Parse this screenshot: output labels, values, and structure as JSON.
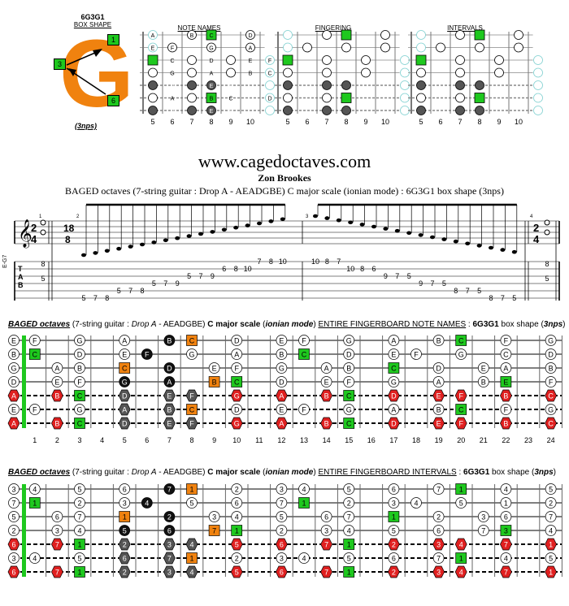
{
  "box": {
    "name": "6G3G1",
    "shape_label": "BOX SHAPE",
    "big_letter": "G",
    "nps": "(3nps)",
    "markers": [
      "1",
      "3",
      "6"
    ],
    "accent": "#f0820f"
  },
  "mini": {
    "note_names_title": "NOTE NAMES",
    "fingering_title": "FINGERING",
    "intervals_title": "INTERVALS",
    "fret_numbers": [
      "5",
      "6",
      "7",
      "8",
      "9",
      "10"
    ],
    "note_rows": [
      [
        "A",
        "",
        "B",
        "C",
        "",
        "D"
      ],
      [
        "E",
        "F",
        "",
        "G",
        "",
        "A"
      ],
      [
        "",
        "C",
        "",
        "D",
        "",
        "E",
        "F"
      ],
      [
        "",
        "G",
        "",
        "A",
        "",
        "B",
        "C"
      ],
      [
        "",
        "D",
        "",
        "E",
        "F",
        "",
        "G"
      ],
      [
        "",
        "A",
        "",
        "B",
        "C",
        "",
        "D"
      ],
      [
        "",
        "D",
        "",
        "E",
        "F",
        "",
        "G"
      ]
    ]
  },
  "site": "www.cagedoctaves.com",
  "author": "Zon Brookes",
  "subtitle": "BAGED octaves (7-string guitar : Drop A - AEADGBE) C major scale (ionian mode) : 6G3G1 box shape (3nps)",
  "staff": {
    "time_top": "2",
    "time_bottom": "4",
    "mid_time_top": "18",
    "mid_time_bottom": "8",
    "chord_label": "E-G7",
    "tab_label": [
      "T",
      "A",
      "B"
    ],
    "bar_numbers": [
      "1",
      "2",
      "3",
      "4"
    ],
    "tab_first": [
      "8",
      "5",
      "8"
    ],
    "tab_last": [
      "8",
      "5",
      "8"
    ],
    "tab_asc": [
      {
        "n": "5",
        "s": 5
      },
      {
        "n": "7",
        "s": 5
      },
      {
        "n": "8",
        "s": 5
      },
      {
        "n": "5",
        "s": 4
      },
      {
        "n": "7",
        "s": 4
      },
      {
        "n": "8",
        "s": 4
      },
      {
        "n": "5",
        "s": 3
      },
      {
        "n": "7",
        "s": 3
      },
      {
        "n": "9",
        "s": 3
      },
      {
        "n": "5",
        "s": 2
      },
      {
        "n": "7",
        "s": 2
      },
      {
        "n": "9",
        "s": 2
      },
      {
        "n": "6",
        "s": 1
      },
      {
        "n": "8",
        "s": 1
      },
      {
        "n": "10",
        "s": 1
      },
      {
        "n": "7",
        "s": 0
      },
      {
        "n": "8",
        "s": 0
      },
      {
        "n": "10",
        "s": 0
      }
    ],
    "tab_asc_low": [
      {
        "n": "5",
        "s": 6
      },
      {
        "n": "7",
        "s": 6
      },
      {
        "n": "8",
        "s": 6
      }
    ],
    "tab_desc": [
      {
        "n": "10",
        "s": 0
      },
      {
        "n": "8",
        "s": 0
      },
      {
        "n": "7",
        "s": 0
      },
      {
        "n": "10",
        "s": 1
      },
      {
        "n": "8",
        "s": 1
      },
      {
        "n": "6",
        "s": 1
      },
      {
        "n": "9",
        "s": 2
      },
      {
        "n": "7",
        "s": 2
      },
      {
        "n": "5",
        "s": 2
      },
      {
        "n": "9",
        "s": 3
      },
      {
        "n": "7",
        "s": 3
      },
      {
        "n": "5",
        "s": 3
      },
      {
        "n": "8",
        "s": 4
      },
      {
        "n": "7",
        "s": 4
      },
      {
        "n": "5",
        "s": 4
      },
      {
        "n": "8",
        "s": 5
      },
      {
        "n": "7",
        "s": 5
      },
      {
        "n": "5",
        "s": 5
      }
    ],
    "tab_desc_low": [
      {
        "n": "8",
        "s": 6
      },
      {
        "n": "7",
        "s": 6
      },
      {
        "n": "5",
        "s": 6
      }
    ]
  },
  "notes_board": {
    "title_parts": [
      "BAGED octaves",
      " (7-string guitar : ",
      "Drop A",
      " - AEADGBE) ",
      "C major scale",
      " (",
      "ionian mode",
      ") ",
      "ENTIRE FINGERBOARD NOTE NAMES",
      " : ",
      "6G3G1",
      " box shape (",
      "3nps",
      ")"
    ],
    "strings": [
      {
        "open": "E",
        "notes": [
          "F",
          "G",
          "A",
          "B",
          "C",
          "D",
          "E",
          "F",
          "G",
          "A",
          "B",
          "C"
        ]
      },
      {
        "open": "B",
        "notes": [
          "C",
          "D",
          "E",
          "F",
          "G",
          "A",
          "B",
          "C",
          "D",
          "E",
          "F",
          "G"
        ]
      },
      {
        "open": "G",
        "notes": [
          "A",
          "B",
          "C",
          "D",
          "E",
          "F",
          "G",
          "A",
          "B",
          "C",
          "D",
          "E"
        ]
      },
      {
        "open": "D",
        "notes": [
          "E",
          "F",
          "G",
          "A",
          "B",
          "C",
          "D",
          "E",
          "F",
          "G",
          "A",
          "B"
        ]
      },
      {
        "open": "A",
        "notes": [
          "B",
          "C",
          "D",
          "E",
          "F",
          "G",
          "A",
          "B",
          "C",
          "D",
          "E",
          "F"
        ]
      },
      {
        "open": "E",
        "notes": [
          "F",
          "G",
          "A",
          "B",
          "C",
          "D",
          "E",
          "F",
          "G",
          "A",
          "B",
          "C"
        ]
      },
      {
        "open": "A",
        "notes": [
          "B",
          "C",
          "D",
          "E",
          "F",
          "G",
          "A",
          "B",
          "C",
          "D",
          "E",
          "F"
        ]
      }
    ],
    "fret_numbers": [
      "1",
      "2",
      "3",
      "4",
      "5",
      "6",
      "7",
      "8",
      "9",
      "10",
      "11",
      "12",
      "13",
      "14",
      "15",
      "16",
      "17",
      "18",
      "19",
      "20",
      "21",
      "22",
      "23",
      "24"
    ]
  },
  "intervals_board": {
    "title_parts": [
      "BAGED octaves",
      " (7-string guitar : ",
      "Drop A",
      " - AEADGBE) ",
      "C major scale",
      " (",
      "ionian mode",
      ") ",
      "ENTIRE FINGERBOARD INTERVALS",
      " : ",
      "6G3G1",
      " box shape (",
      "3nps",
      ")"
    ],
    "strings": [
      {
        "open": "3",
        "notes": [
          "4",
          "5",
          "6",
          "7",
          "1",
          "2",
          "3",
          "4",
          "5",
          "6",
          "7",
          "1"
        ]
      },
      {
        "open": "7",
        "notes": [
          "1",
          "2",
          "3",
          "4",
          "5",
          "6",
          "7",
          "1",
          "2",
          "3",
          "4",
          "5"
        ]
      },
      {
        "open": "5",
        "notes": [
          "6",
          "7",
          "1",
          "2",
          "3",
          "4",
          "5",
          "6",
          "7",
          "1",
          "2",
          "3"
        ]
      },
      {
        "open": "2",
        "notes": [
          "3",
          "4",
          "5",
          "6",
          "7",
          "1",
          "2",
          "3",
          "4",
          "5",
          "6",
          "7"
        ]
      },
      {
        "open": "6",
        "notes": [
          "7",
          "1",
          "2",
          "3",
          "4",
          "5",
          "6",
          "7",
          "1",
          "2",
          "3",
          "4"
        ]
      },
      {
        "open": "3",
        "notes": [
          "4",
          "5",
          "6",
          "7",
          "1",
          "2",
          "3",
          "4",
          "5",
          "6",
          "7",
          "1"
        ]
      },
      {
        "open": "6",
        "notes": [
          "7",
          "1",
          "2",
          "3",
          "4",
          "5",
          "6",
          "7",
          "1",
          "2",
          "3",
          "4"
        ]
      }
    ]
  },
  "colors": {
    "root": "#1ec81e",
    "orange": "#f0820f",
    "red": "#e02020",
    "black": "#111111",
    "grey": "#555555",
    "cyan": "#7fd0d0"
  }
}
